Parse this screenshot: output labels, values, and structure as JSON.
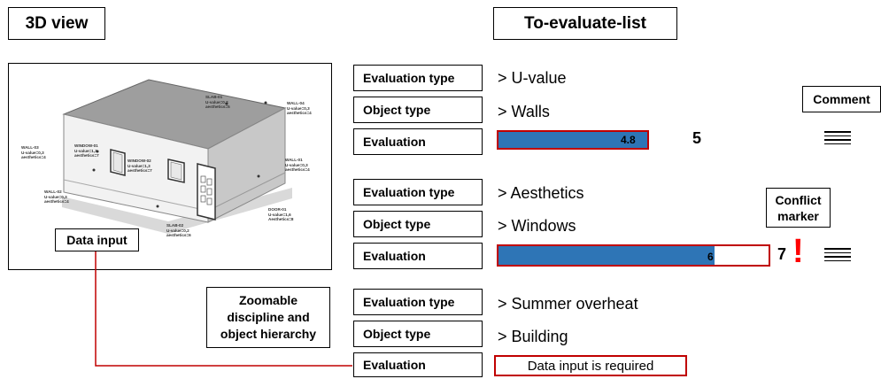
{
  "left_panel": {
    "title": "3D view",
    "data_input_label": "Data input",
    "hierarchy_label": "Zoomable discipline and object hierarchy",
    "model_tags": [
      {
        "id": "tag-slab01",
        "lines": [
          "SLAB-01",
          "U-value=0,2",
          "aesthetics=5"
        ]
      },
      {
        "id": "tag-wall04",
        "lines": [
          "WALL-04",
          "U-value=0,3",
          "aesthetics=4"
        ]
      },
      {
        "id": "tag-wall03",
        "lines": [
          "WALL-03",
          "U-value=0,3",
          "aesthetics=4"
        ]
      },
      {
        "id": "tag-window01",
        "lines": [
          "WINDOW-01",
          "U-value=1,3",
          "aesthetics=7"
        ]
      },
      {
        "id": "tag-window02",
        "lines": [
          "WINDOW-02",
          "U-value=1,3",
          "aesthetics=7"
        ]
      },
      {
        "id": "tag-wall01",
        "lines": [
          "WALL-01",
          "U-value=0,3",
          "aesthetics=4"
        ]
      },
      {
        "id": "tag-wall02",
        "lines": [
          "WALL-02",
          "U-value=0,3",
          "aesthetics=4"
        ]
      },
      {
        "id": "tag-door01",
        "lines": [
          "DOOR-01",
          "U-value=1,6",
          "Aesthetics=8"
        ]
      },
      {
        "id": "tag-slab02",
        "lines": [
          "SLAB-02",
          "U-value=0,2",
          "aesthetics=6"
        ]
      }
    ]
  },
  "right_panel": {
    "title": "To-evaluate-list",
    "comment_label": "Comment",
    "conflict_label": "Conflict marker",
    "groups": [
      {
        "labels": [
          "Evaluation type",
          "Object type",
          "Evaluation"
        ],
        "evaluation_type": "> U-value",
        "object_type": "> Walls",
        "bar_value": "4.8",
        "bar_fraction": 0.8,
        "score": "5",
        "conflict": false
      },
      {
        "labels": [
          "Evaluation type",
          "Object type",
          "Evaluation"
        ],
        "evaluation_type": "> Aesthetics",
        "object_type": "> Windows",
        "bar_value": "6",
        "bar_fraction": 0.8,
        "score": "7",
        "conflict": true,
        "conflict_mark": "!"
      },
      {
        "labels": [
          "Evaluation type",
          "Object type",
          "Evaluation"
        ],
        "evaluation_type": "> Summer overheat",
        "object_type": "> Building",
        "input_message": "Data input is required"
      }
    ]
  },
  "colors": {
    "bar_fill": "#2e75b6",
    "highlight_border": "#c00000",
    "connector_line": "#c00000",
    "conflict_mark": "#ff0000"
  }
}
